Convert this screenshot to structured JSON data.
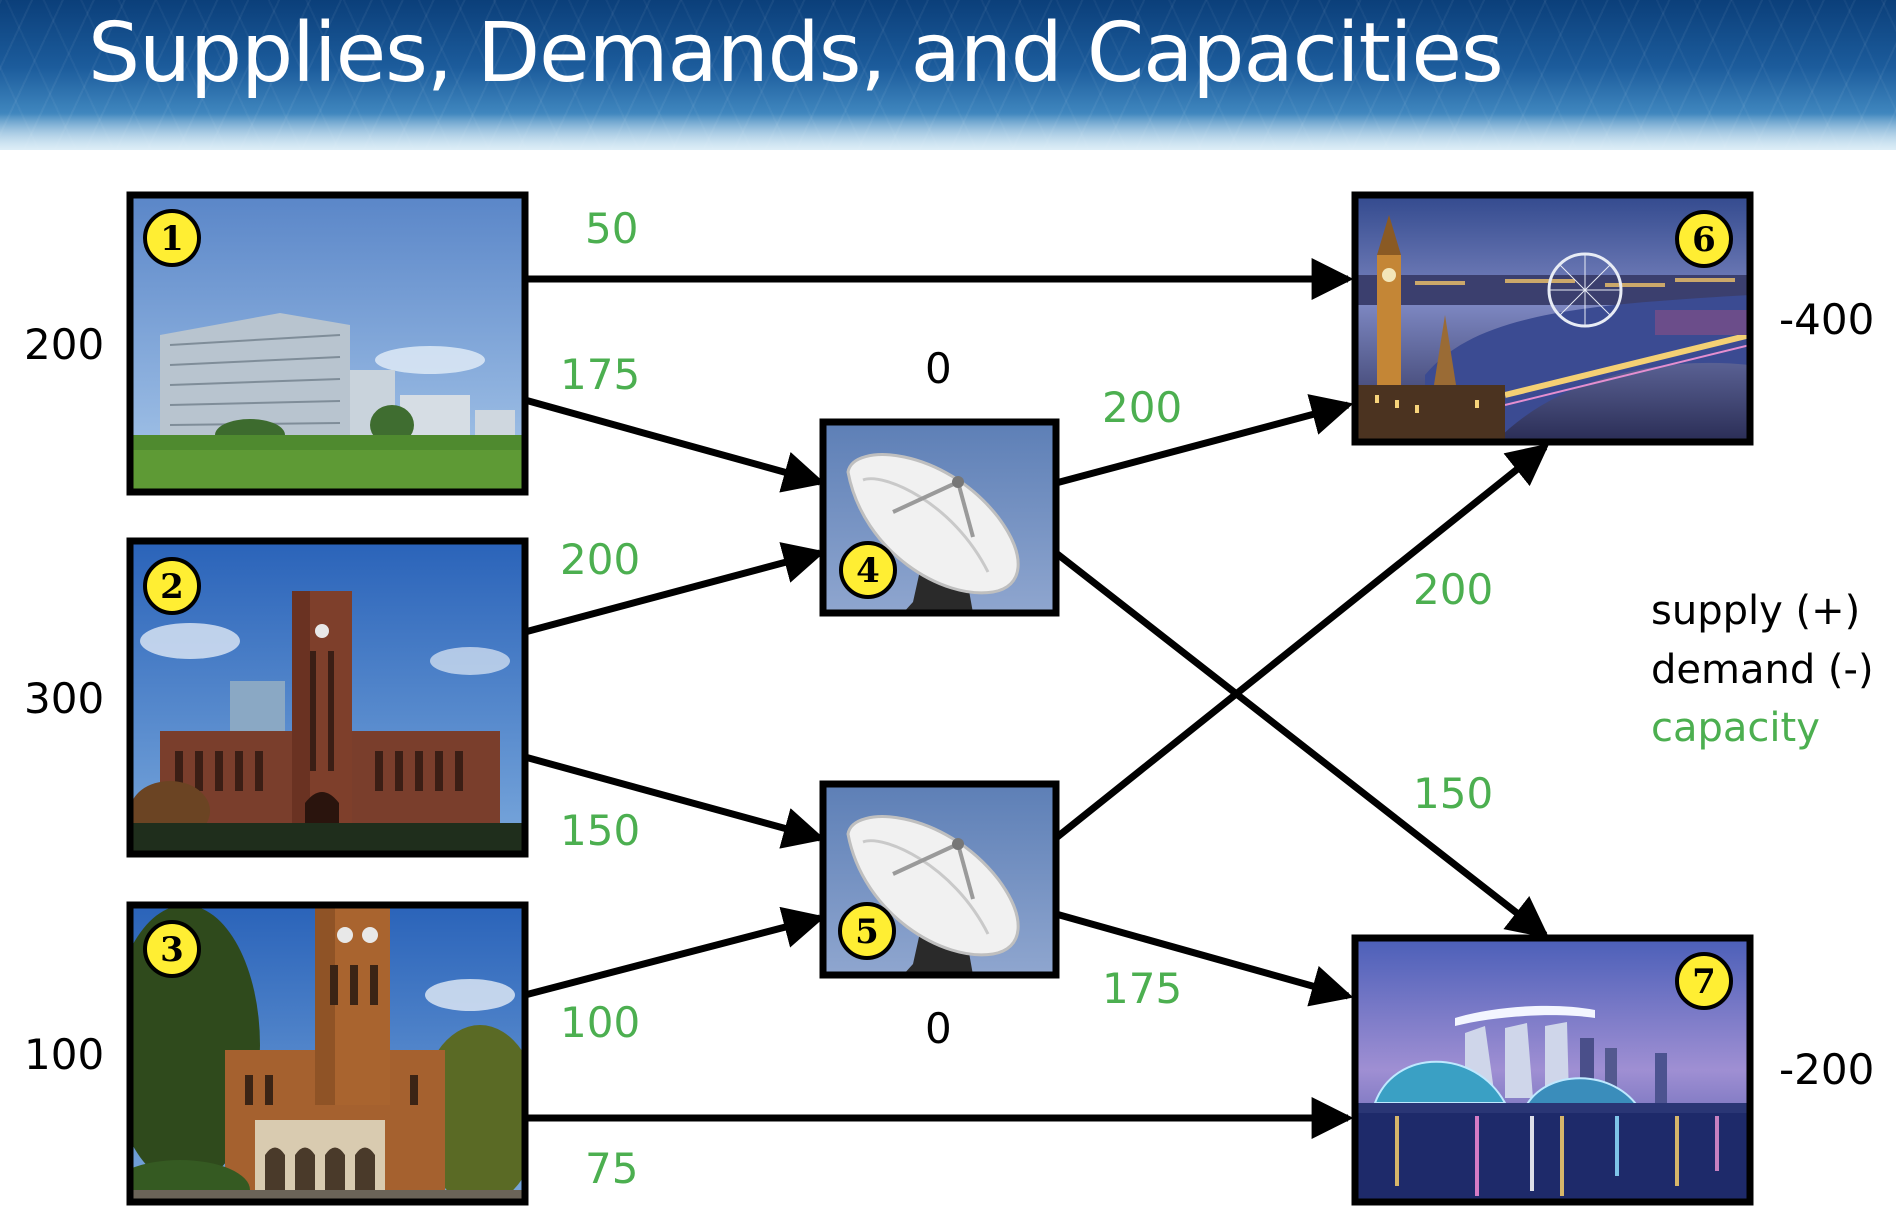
{
  "title": "Supplies, Demands, and Capacities",
  "nodes": [
    {
      "id": "1",
      "label": "1",
      "value": "200",
      "picture": "university-building-photo"
    },
    {
      "id": "2",
      "label": "2",
      "value": "300",
      "picture": "clock-tower-auditorium-photo"
    },
    {
      "id": "3",
      "label": "3",
      "value": "100",
      "picture": "brick-tower-trees-photo"
    },
    {
      "id": "4",
      "label": "4",
      "value": "0",
      "picture": "satellite-dish-photo"
    },
    {
      "id": "5",
      "label": "5",
      "value": "0",
      "picture": "satellite-dish-photo"
    },
    {
      "id": "6",
      "label": "6",
      "value": "-400",
      "picture": "london-night-skyline-photo"
    },
    {
      "id": "7",
      "label": "7",
      "value": "-200",
      "picture": "singapore-marina-bay-photo"
    }
  ],
  "edges": [
    {
      "from": "1",
      "to": "6",
      "capacity": "50"
    },
    {
      "from": "1",
      "to": "4",
      "capacity": "175"
    },
    {
      "from": "2",
      "to": "4",
      "capacity": "200"
    },
    {
      "from": "2",
      "to": "5",
      "capacity": "150"
    },
    {
      "from": "3",
      "to": "5",
      "capacity": "100"
    },
    {
      "from": "3",
      "to": "7",
      "capacity": "75"
    },
    {
      "from": "4",
      "to": "6",
      "capacity": "200"
    },
    {
      "from": "4",
      "to": "7",
      "capacity": "150"
    },
    {
      "from": "5",
      "to": "6",
      "capacity": "200"
    },
    {
      "from": "5",
      "to": "7",
      "capacity": "175"
    }
  ],
  "legend": {
    "supply": "supply (+)",
    "demand": "demand (-)",
    "capacity": "capacity"
  },
  "colors": {
    "capacity": "#4caf50",
    "badge": "#ffee33"
  }
}
